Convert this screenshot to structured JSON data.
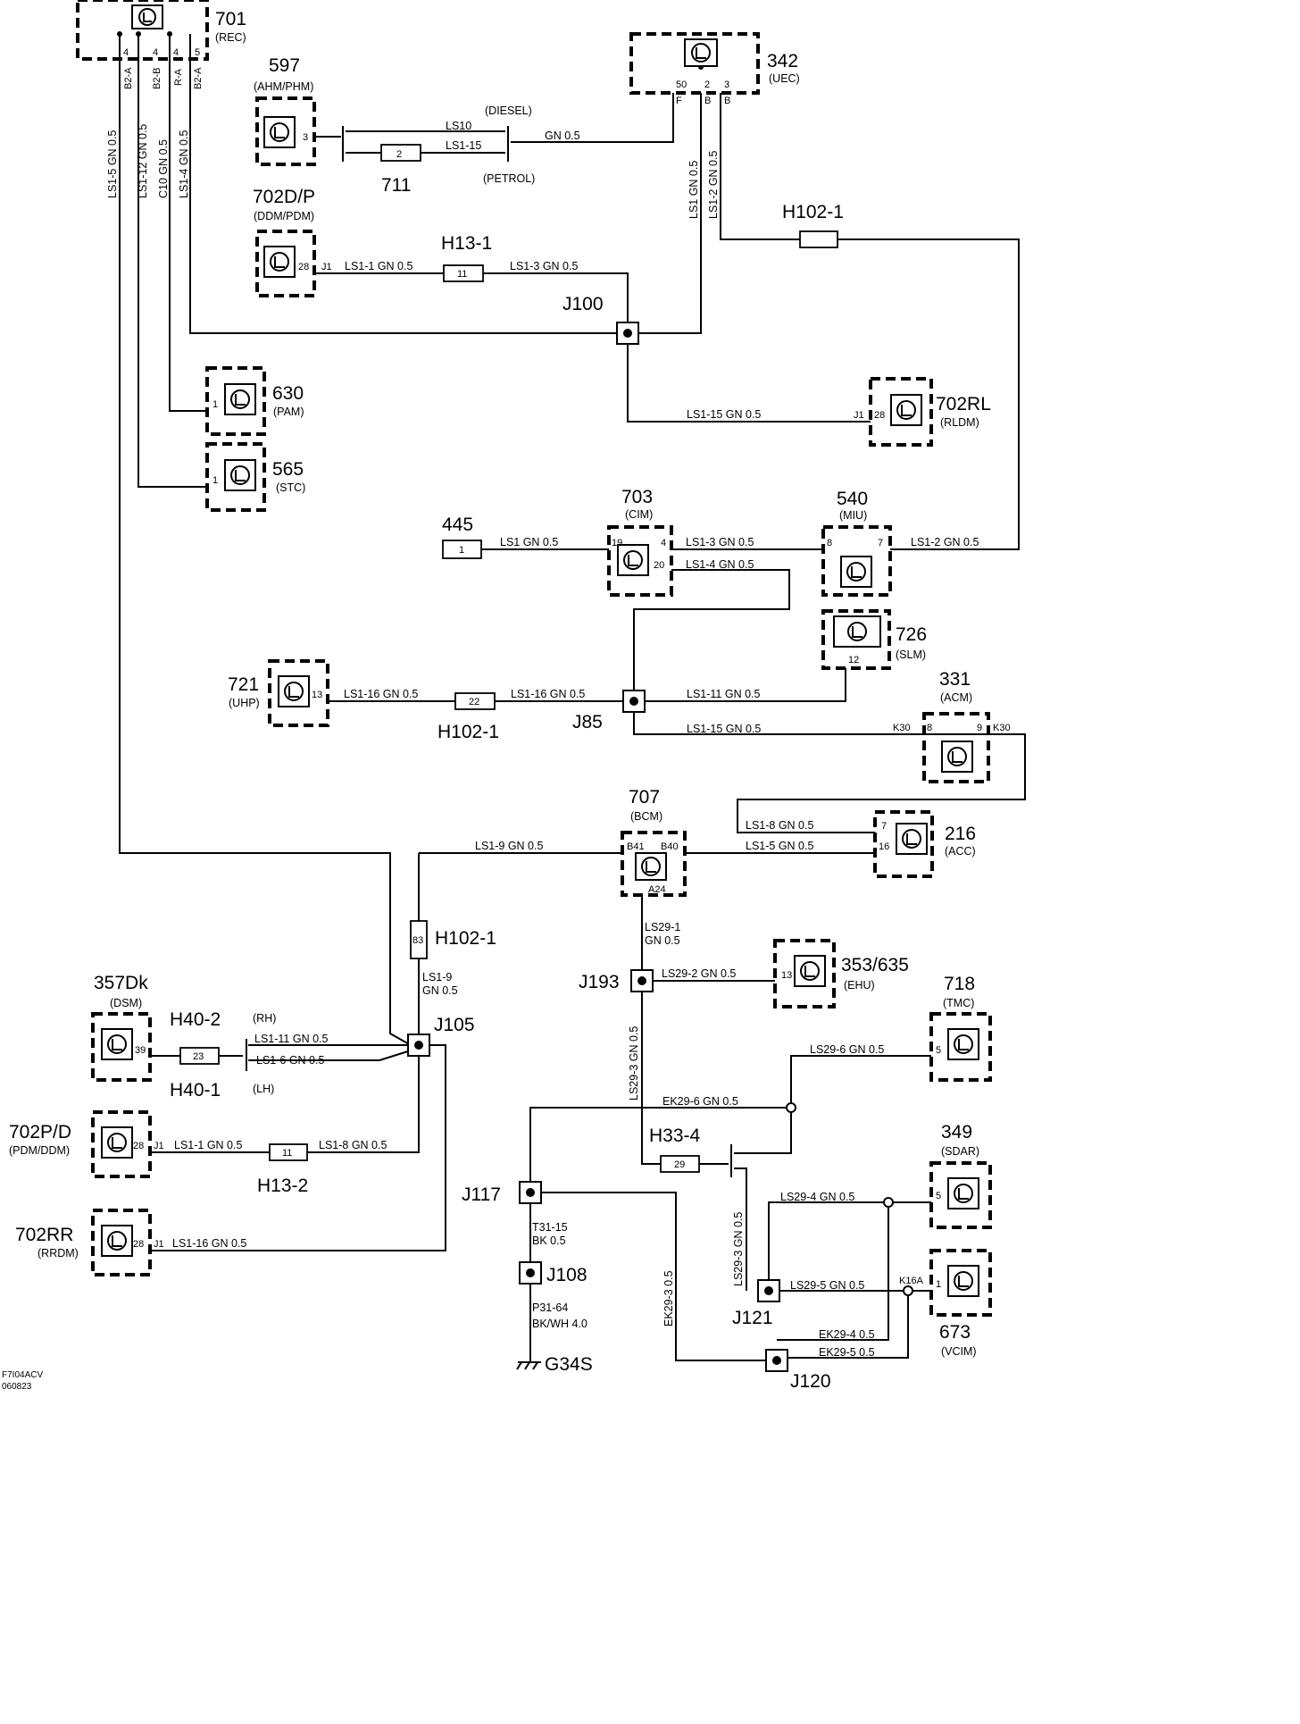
{
  "components": [
    {
      "id": "701",
      "abbr": "(REC)"
    },
    {
      "id": "597",
      "abbr": "(AHM/PHM)"
    },
    {
      "id": "342",
      "abbr": "(UEC)"
    },
    {
      "id": "702D/P",
      "abbr": "(DDM/PDM)"
    },
    {
      "id": "630",
      "abbr": "(PAM)"
    },
    {
      "id": "565",
      "abbr": "(STC)"
    },
    {
      "id": "702RL",
      "abbr": "(RLDM)"
    },
    {
      "id": "703",
      "abbr": "(CIM)"
    },
    {
      "id": "540",
      "abbr": "(MIU)"
    },
    {
      "id": "726",
      "abbr": "(SLM)"
    },
    {
      "id": "721",
      "abbr": "(UHP)"
    },
    {
      "id": "331",
      "abbr": "(ACM)"
    },
    {
      "id": "707",
      "abbr": "(BCM)"
    },
    {
      "id": "216",
      "abbr": "(ACC)"
    },
    {
      "id": "353/635",
      "abbr": "(EHU)"
    },
    {
      "id": "718",
      "abbr": "(TMC)"
    },
    {
      "id": "357Dk",
      "abbr": "(DSM)"
    },
    {
      "id": "702P/D",
      "abbr": "(PDM/DDM)"
    },
    {
      "id": "702RR",
      "abbr": "(RRDM)"
    },
    {
      "id": "349",
      "abbr": "(SDAR)"
    },
    {
      "id": "673",
      "abbr": "(VCIM)"
    }
  ],
  "connectors": [
    "711",
    "H13-1",
    "H102-1",
    "H102-1",
    "H102-1",
    "H40-2",
    "H40-1",
    "H13-2",
    "H33-4",
    "445"
  ],
  "connector_notes": {
    "h40_2": "(RH)",
    "h40_1": "(LH)",
    "diesel": "(DIESEL)",
    "petrol": "(PETROL)"
  },
  "junctions": [
    "J100",
    "J85",
    "J105",
    "J193",
    "J117",
    "J108",
    "J121",
    "J120"
  ],
  "ground": "G34S",
  "pins": [
    "4",
    "4",
    "4",
    "5",
    "3",
    "2",
    "50",
    "2",
    "3",
    "F",
    "B",
    "B",
    "28",
    "J1",
    "11",
    "1",
    "1",
    "J1",
    "28",
    "19",
    "4",
    "20",
    "8",
    "7",
    "1",
    "12",
    "13",
    "22",
    "K30",
    "8",
    "9",
    "K30",
    "B41",
    "B40",
    "A24",
    "7",
    "16",
    "83",
    "13",
    "5",
    "39",
    "23",
    "28",
    "J1",
    "11",
    "28",
    "J1",
    "29",
    "5",
    "1",
    "K16A",
    "B2-A",
    "B2-B",
    "R-A",
    "B2-A"
  ],
  "wires": [
    "LS1-5  GN  0.5",
    "LS1-12  GN  0.5",
    "C10  GN  0.5",
    "LS1-4  GN  0.5",
    "LS10",
    "LS1-15",
    "GN   0.5",
    "LS1  GN  0.5",
    "LS1-2  GN  0.5",
    "LS1-1  GN  0.5",
    "LS1-3   GN   0.5",
    "LS1-15  GN   0.5",
    "LS1  GN  0.5",
    "LS1-3  GN  0.5",
    "LS1-4  GN  0.5",
    "LS1-2   GN   0.5",
    "LS1-16  GN  0.5",
    "LS1-16  GN  0.5",
    "LS1-11  GN  0.5",
    "LS1-15  GN  0.5",
    "LS1-8  GN  0.5",
    "LS1-5  GN  0.5",
    "LS1-9   GN   0.5",
    "LS29-1",
    "GN  0.5",
    "LS1-9",
    "GN  0.5",
    "LS29-2  GN  0.5",
    "LS29-3   GN   0.5",
    "LS1-11  GN   0.5",
    "LS1-6  GN   0.5",
    "LS29-6  GN  0.5",
    "EK29-6  GN  0.5",
    "LS1-1   GN   0.5",
    "LS1-8  GN  0.5",
    "LS1-16   GN   0.5",
    "LS29-4   GN    0.5",
    "LS29-3  GN  0.5",
    "LS29-5  GN 0.5",
    "T31-15",
    "BK  0.5",
    "EK29-3   0.5",
    "P31-64",
    "BK/WH  4.0",
    "EK29-4  0.5",
    "EK29-5  0.5"
  ],
  "footer": {
    "code": "F7I04ACV",
    "date": "060823"
  }
}
